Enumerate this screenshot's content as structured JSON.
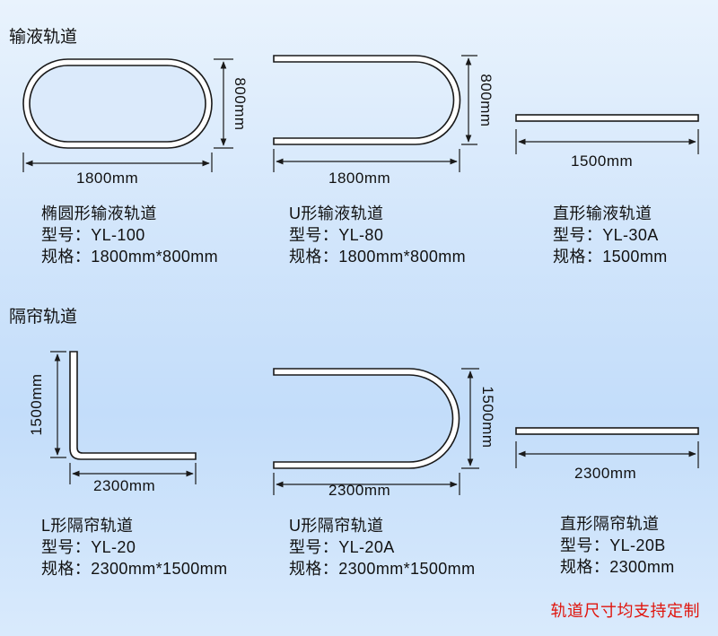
{
  "sections": [
    {
      "title": "输液轨道",
      "items": [
        {
          "name": "椭圆形输液轨道",
          "model": "型号：YL-100",
          "spec": "规格：1800mm*800mm",
          "width": "1800mm",
          "height": "800mm"
        },
        {
          "name": "U形输液轨道",
          "model": "型号：YL-80",
          "spec": "规格：1800mm*800mm",
          "width": "1800mm",
          "height": "800mm"
        },
        {
          "name": "直形输液轨道",
          "model": "型号：YL-30A",
          "spec": "规格：1500mm",
          "width": "1500mm"
        }
      ]
    },
    {
      "title": "隔帘轨道",
      "items": [
        {
          "name": "L形隔帘轨道",
          "model": "型号：YL-20",
          "spec": "规格：2300mm*1500mm",
          "width": "2300mm",
          "height": "1500mm"
        },
        {
          "name": "U形隔帘轨道",
          "model": "型号：YL-20A",
          "spec": "规格：2300mm*1500mm",
          "width": "2300mm",
          "height": "1500mm"
        },
        {
          "name": "直形隔帘轨道",
          "model": "型号：YL-20B",
          "spec": "规格：2300mm",
          "width": "2300mm"
        }
      ]
    }
  ],
  "note": "轨道尺寸均支持定制",
  "colors": {
    "note": "#e0140c",
    "line": "#1a1a1a",
    "track_fill": "#ffffff"
  }
}
